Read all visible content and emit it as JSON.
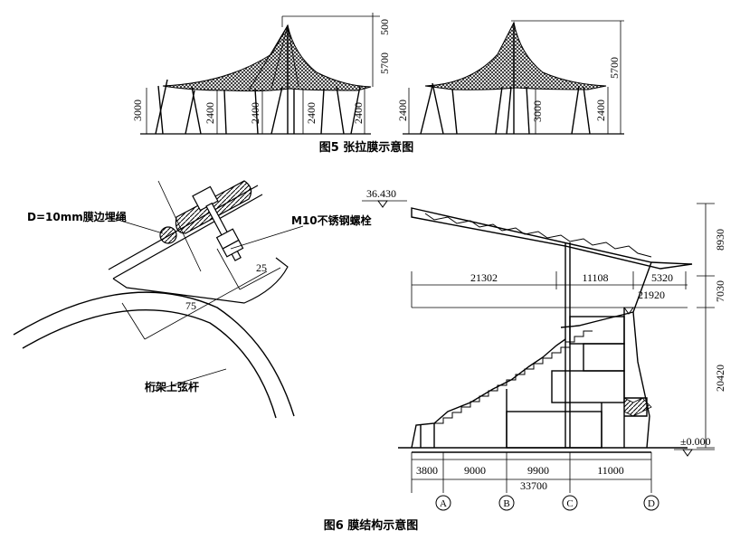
{
  "fig5": {
    "caption": "图5 张拉膜示意图",
    "left_dims": [
      "500",
      "5700",
      "3000",
      "2400",
      "2400",
      "2400",
      "2400"
    ],
    "right_dims": [
      "5700",
      "2400",
      "3000",
      "2400"
    ]
  },
  "fig6": {
    "caption": "图6 膜结构示意图",
    "detail": {
      "rope_label": "D=10mm膜边埋绳",
      "bolt_label": "M10不锈钢螺栓",
      "truss_label": "桁架上弦杆",
      "dim_75": "75",
      "dim_25": "25"
    },
    "section": {
      "top_elev": "36.430",
      "ground_elev": "±0.000",
      "dim_21302": "21302",
      "dim_11108": "11108",
      "dim_5320": "5320",
      "dim_21920": "21920",
      "dim_8930": "8930",
      "dim_7030": "7030",
      "dim_20420": "20420",
      "bays": [
        "3800",
        "9000",
        "9900",
        "11000"
      ],
      "total": "33700",
      "axes": [
        "A",
        "B",
        "C",
        "D"
      ]
    }
  }
}
